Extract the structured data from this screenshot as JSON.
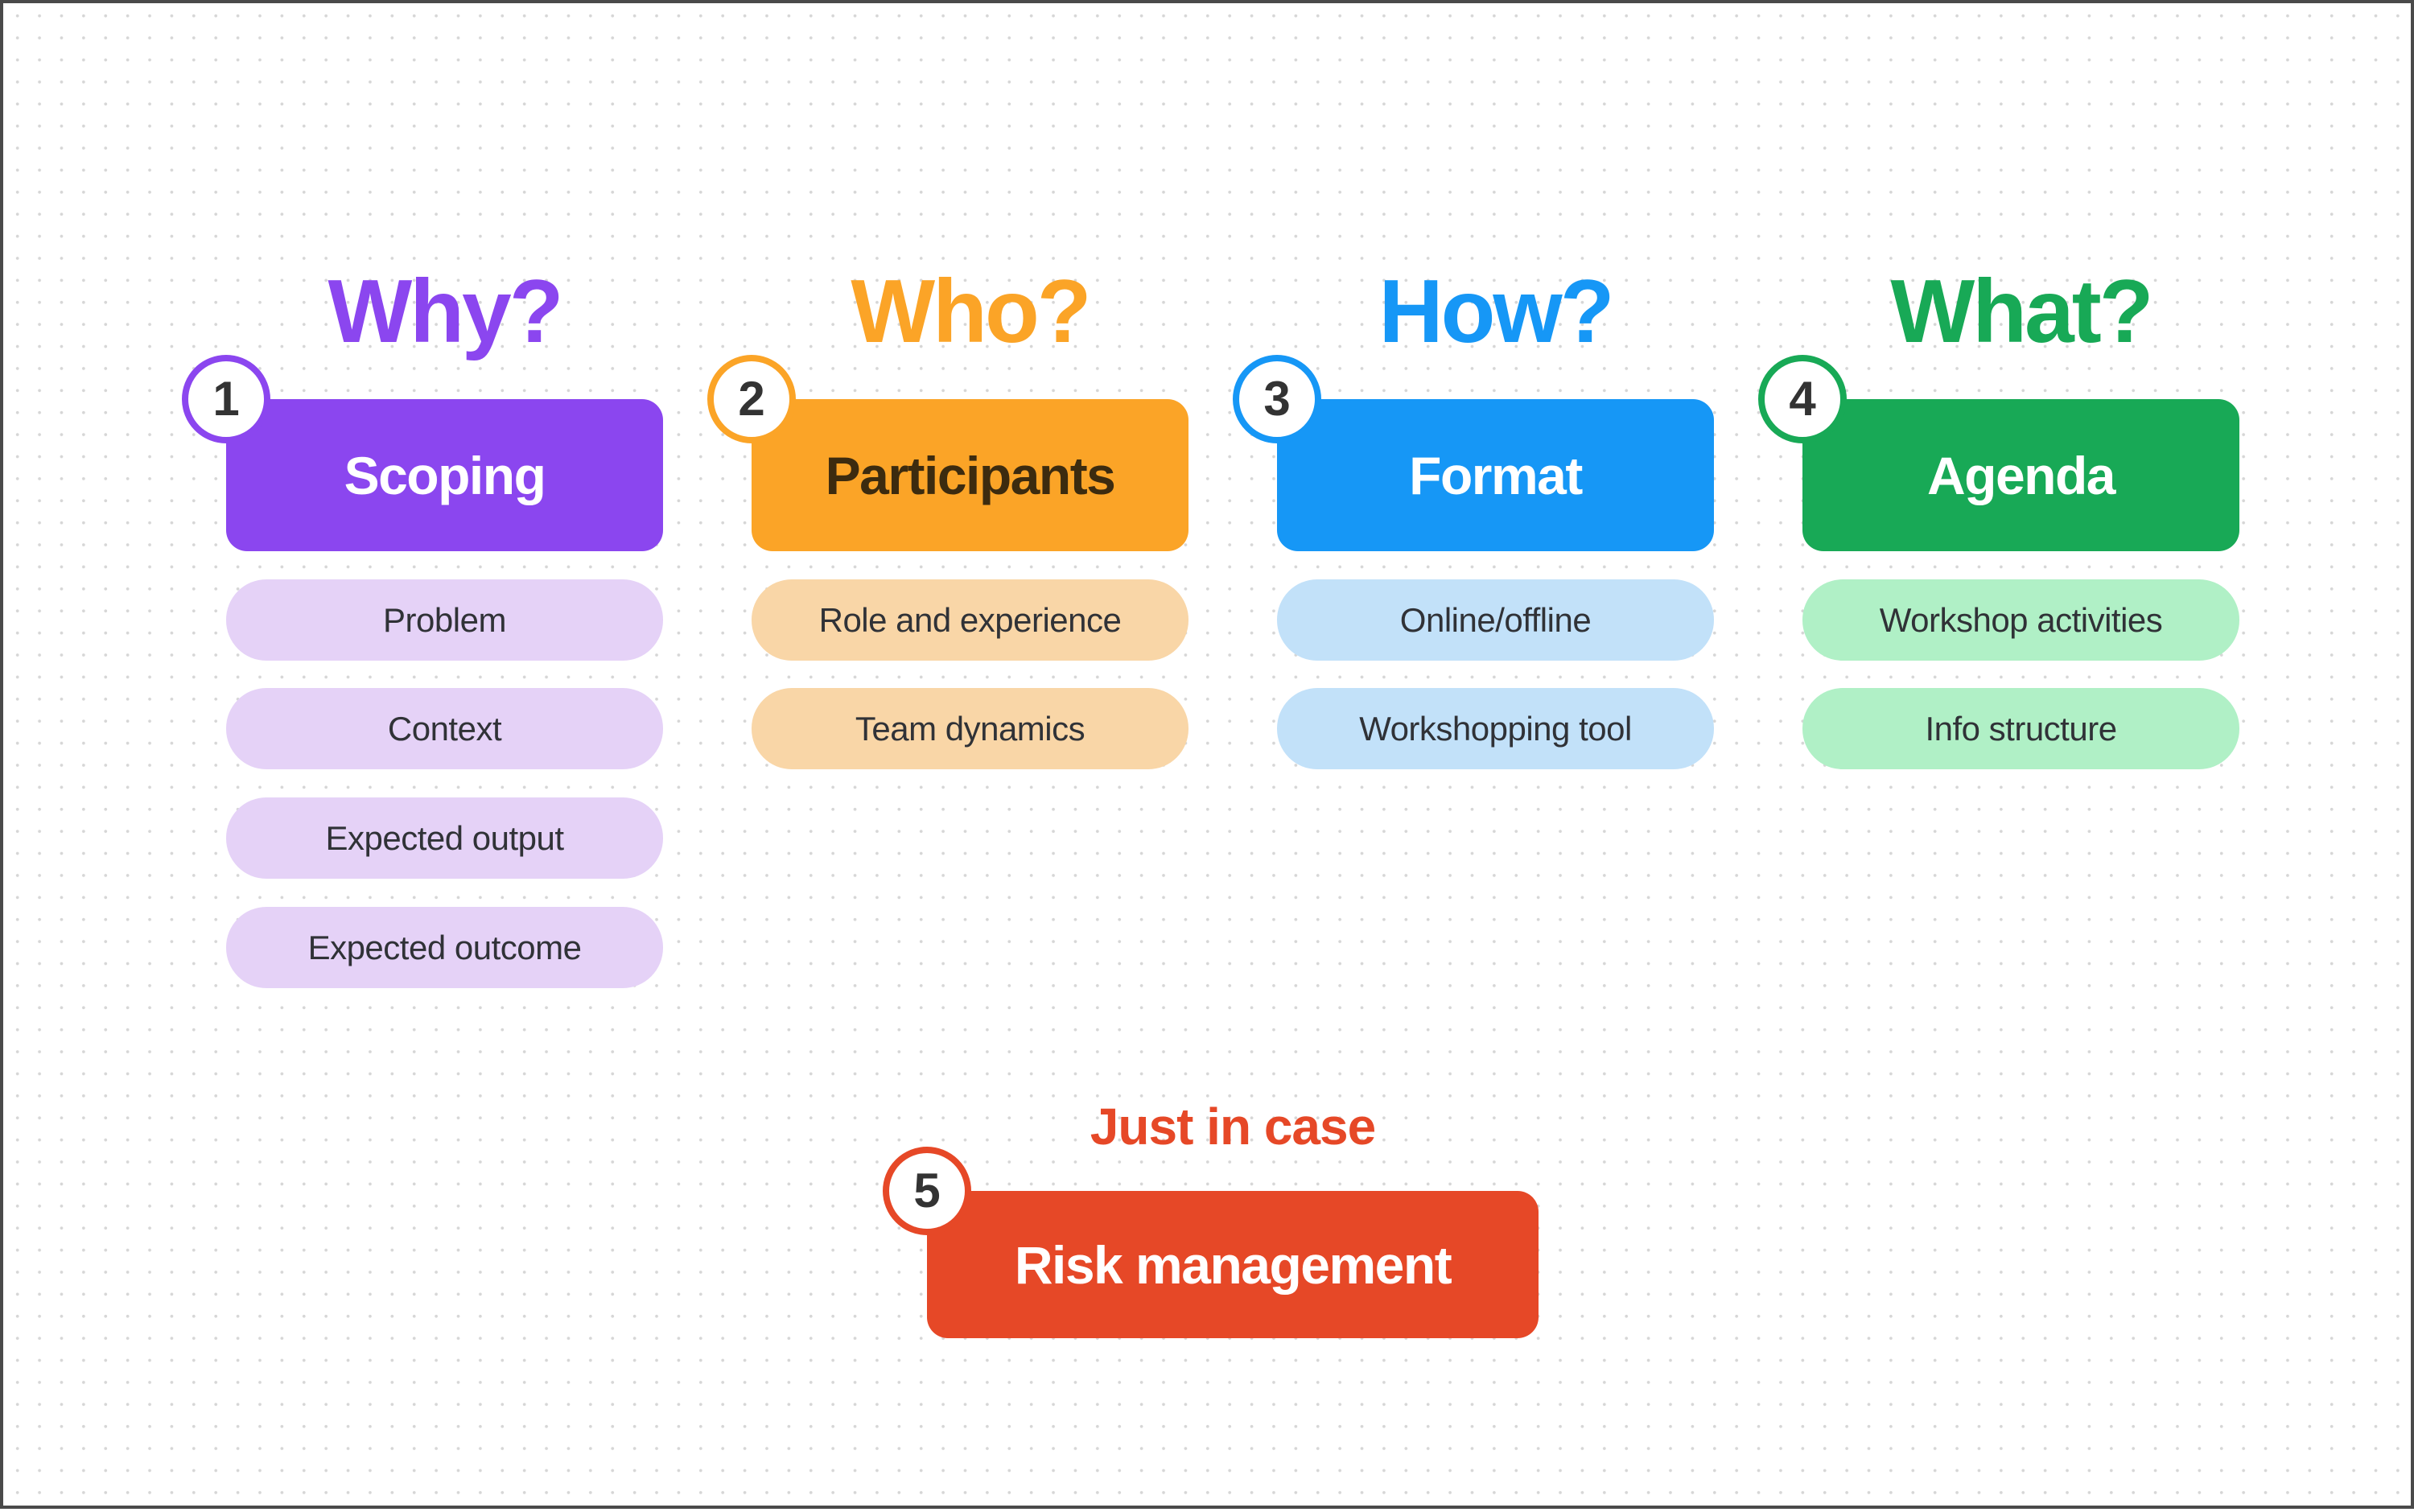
{
  "canvas": {
    "background_color": "#FFFFFF",
    "dot_color": "#D6D6D6",
    "border_color": "#4A4A4A"
  },
  "text_colors": {
    "pill_text": "#303237",
    "badge_text": "#333333"
  },
  "columns": [
    {
      "title": "Why?",
      "badge": "1",
      "box": "Scoping",
      "pills": [
        "Problem",
        "Context",
        "Expected output",
        "Expected outcome"
      ],
      "colors": {
        "main": "#8B46EF",
        "light": "#E5D2F7",
        "box_text": "#FFFFFF"
      }
    },
    {
      "title": "Who?",
      "badge": "2",
      "box": "Participants",
      "pills": [
        "Role and experience",
        "Team dynamics"
      ],
      "colors": {
        "main": "#FBA427",
        "light": "#F9D6A7",
        "box_text": "#3C2B0F"
      }
    },
    {
      "title": "How?",
      "badge": "3",
      "box": "Format",
      "pills": [
        "Online/offline",
        "Workshopping tool"
      ],
      "colors": {
        "main": "#1697F6",
        "light": "#C2E1F9",
        "box_text": "#FFFFFF"
      }
    },
    {
      "title": "What?",
      "badge": "4",
      "box": "Agenda",
      "pills": [
        "Workshop activities",
        "Info structure"
      ],
      "colors": {
        "main": "#18A956",
        "light": "#B0F0C6",
        "box_text": "#FFFFFF"
      }
    }
  ],
  "footer": {
    "title": "Just in case",
    "badge": "5",
    "box": "Risk management",
    "colors": {
      "main": "#E64827",
      "box_text": "#FFFFFF"
    }
  }
}
